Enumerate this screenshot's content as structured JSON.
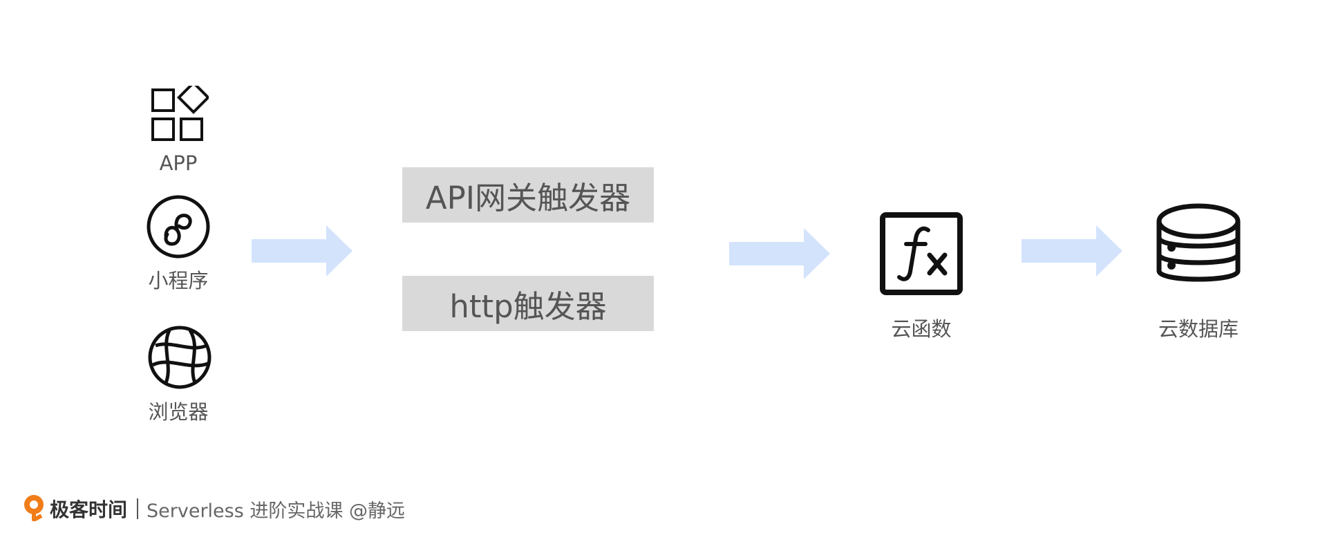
{
  "clients": [
    {
      "label": "APP",
      "icon": "app-grid-icon"
    },
    {
      "label": "小程序",
      "icon": "mini-program-icon"
    },
    {
      "label": "浏览器",
      "icon": "globe-icon"
    }
  ],
  "triggers": [
    {
      "label": "API网关触发器"
    },
    {
      "label": "http触发器"
    }
  ],
  "function": {
    "label": "云函数",
    "icon": "function-fx-icon"
  },
  "database": {
    "label": "云数据库",
    "icon": "database-icon"
  },
  "footer": {
    "brand": "极客时间",
    "course": "Serverless 进阶实战课 @静远"
  },
  "colors": {
    "arrow": "#d3e3fc",
    "trigger_box": "#d9d9d9",
    "text": "#555555",
    "logo": "#f07d1a"
  }
}
